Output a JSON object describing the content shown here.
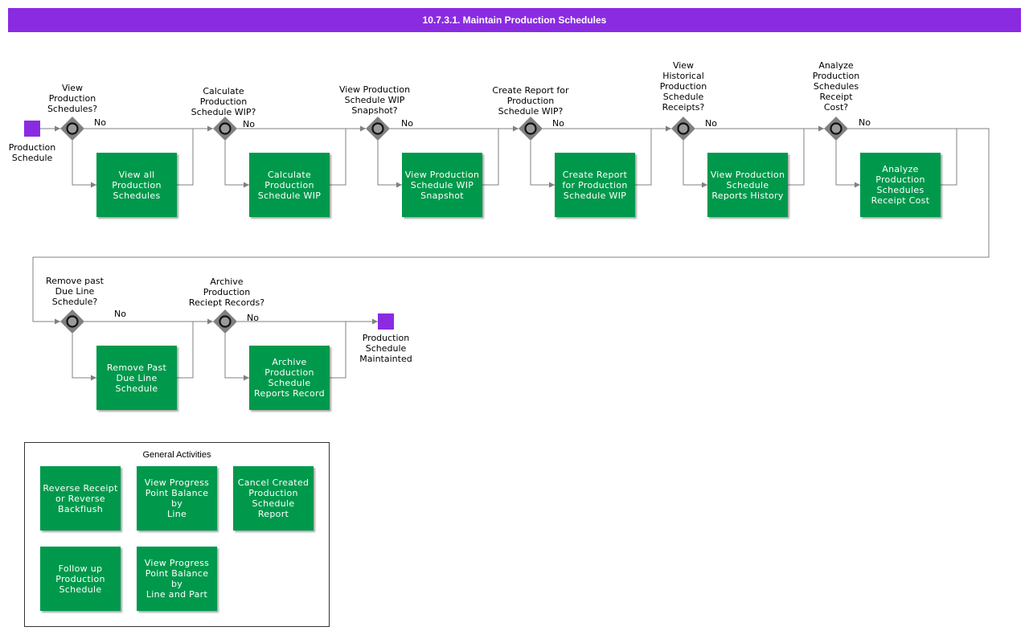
{
  "title": "10.7.3.1. Maintain Production Schedules",
  "colors": {
    "title_bar": "#8a2be2",
    "event": "#8a2be2",
    "task": "#00994c",
    "gateway": "#808080",
    "connector": "#808080"
  },
  "start_event": {
    "label": "Production\nSchedule"
  },
  "end_event": {
    "label": "Production\nSchedule\nMaintainted"
  },
  "no_label": "No",
  "gateways": [
    {
      "question": "View\nProduction\nSchedules?"
    },
    {
      "question": "Calculate\nProduction\nSchedule WIP?"
    },
    {
      "question": "View Production\nSchedule WIP\nSnapshot?"
    },
    {
      "question": "Create Report for\nProduction\nSchedule WIP?"
    },
    {
      "question": "View\nHistorical\nProduction\nSchedule\nReceipts?"
    },
    {
      "question": "Analyze\nProduction\nSchedules\nReceipt\nCost?"
    },
    {
      "question": "Remove past\nDue Line\nSchedule?"
    },
    {
      "question": "Archive\nProduction\nReciept Records?"
    }
  ],
  "tasks": [
    {
      "label": "View all\nProduction\nSchedules"
    },
    {
      "label": "Calculate\nProduction\nSchedule WIP"
    },
    {
      "label": "View Production\nSchedule WIP\nSnapshot"
    },
    {
      "label": "Create Report\nfor Production\nSchedule WIP"
    },
    {
      "label": "View Production\nSchedule\nReports History"
    },
    {
      "label": "Analyze\nProduction\nSchedules\nReceipt Cost"
    },
    {
      "label": "Remove Past\nDue Line\nSchedule"
    },
    {
      "label": "Archive\nProduction\nSchedule\nReports Record"
    }
  ],
  "general_activities": {
    "title": "General Activities",
    "items": [
      {
        "label": "Reverse Receipt\nor Reverse\nBackflush"
      },
      {
        "label": "View Progress\nPoint Balance by\nLine"
      },
      {
        "label": "Cancel Created\nProduction\nSchedule Report"
      },
      {
        "label": "Follow up\nProduction\nSchedule"
      },
      {
        "label": "View Progress\nPoint Balance by\nLine and Part"
      }
    ]
  }
}
